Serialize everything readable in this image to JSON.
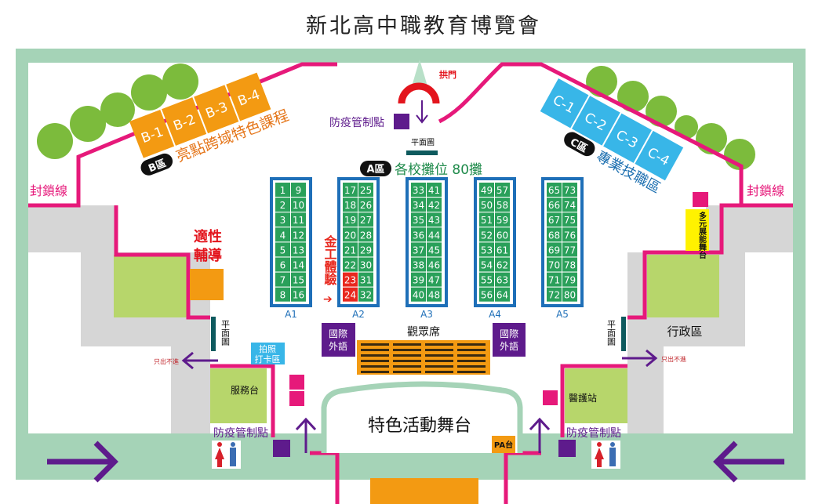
{
  "title": "新北高中職教育博覽會",
  "colors": {
    "cordon": "#e6197a",
    "path": "#a5d3b7",
    "booth_green": "#2aa05a",
    "booth_border": "#1e6fb8",
    "purple": "#5e1b8c",
    "orange": "#f39a12",
    "cyan": "#38b6e8",
    "lime": "#b7d66b",
    "highlight": "#e8281e"
  },
  "labels": {
    "cordon_left": "封鎖線",
    "cordon_right": "封鎖線",
    "arch": "拱門",
    "checkpoint_top": "防疫管制點",
    "checkpoint_left": "防疫管制點",
    "checkpoint_right": "防疫管制點",
    "floorplan_top": "平面圖",
    "floorplan_left": "平面圖",
    "floorplan_right": "平面圖",
    "zone_a_badge": "A區",
    "zone_a_title": "各校攤位 80攤",
    "zone_b_badge": "B區",
    "zone_b_title": "亮點跨域特色課程",
    "zone_c_badge": "C區",
    "zone_c_title": "專業技職區",
    "guidance_line1": "適性",
    "guidance_line2": "輔導",
    "metalwork": "金工體驗",
    "metalwork_arrow": "➔",
    "intl_lang_left_1": "國際",
    "intl_lang_left_2": "外語",
    "intl_lang_right_1": "國際",
    "intl_lang_right_2": "外語",
    "audience": "觀眾席",
    "photo_1": "拍照",
    "photo_2": "打卡區",
    "service_desk": "服務台",
    "medical": "醫護站",
    "admin": "行政區",
    "exit_only_left": "只出不進",
    "exit_only_right": "只出不進",
    "stage": "特色活動舞台",
    "pa": "PA台",
    "multi_stage": "多元展能舞台"
  },
  "zone_b_booths": [
    "B-1",
    "B-2",
    "B-3",
    "B-4"
  ],
  "zone_c_booths": [
    "C-1",
    "C-2",
    "C-3",
    "C-4"
  ],
  "booth_columns": [
    {
      "label": "A1",
      "left": [
        1,
        2,
        3,
        4,
        5,
        6,
        7,
        8
      ],
      "right": [
        9,
        10,
        11,
        12,
        13,
        14,
        15,
        16
      ]
    },
    {
      "label": "A2",
      "left": [
        17,
        18,
        19,
        20,
        21,
        22,
        23,
        24
      ],
      "right": [
        25,
        26,
        27,
        28,
        29,
        30,
        31,
        32
      ]
    },
    {
      "label": "A3",
      "left": [
        33,
        34,
        35,
        36,
        37,
        38,
        39,
        40
      ],
      "right": [
        41,
        42,
        43,
        44,
        45,
        46,
        47,
        48
      ]
    },
    {
      "label": "A4",
      "left": [
        49,
        50,
        51,
        52,
        53,
        54,
        55,
        56
      ],
      "right": [
        57,
        58,
        59,
        60,
        61,
        62,
        63,
        64
      ]
    },
    {
      "label": "A5",
      "left": [
        65,
        66,
        67,
        68,
        69,
        70,
        71,
        72
      ],
      "right": [
        73,
        74,
        75,
        76,
        77,
        78,
        79,
        80
      ]
    }
  ],
  "highlighted_booths": [
    23,
    24
  ]
}
